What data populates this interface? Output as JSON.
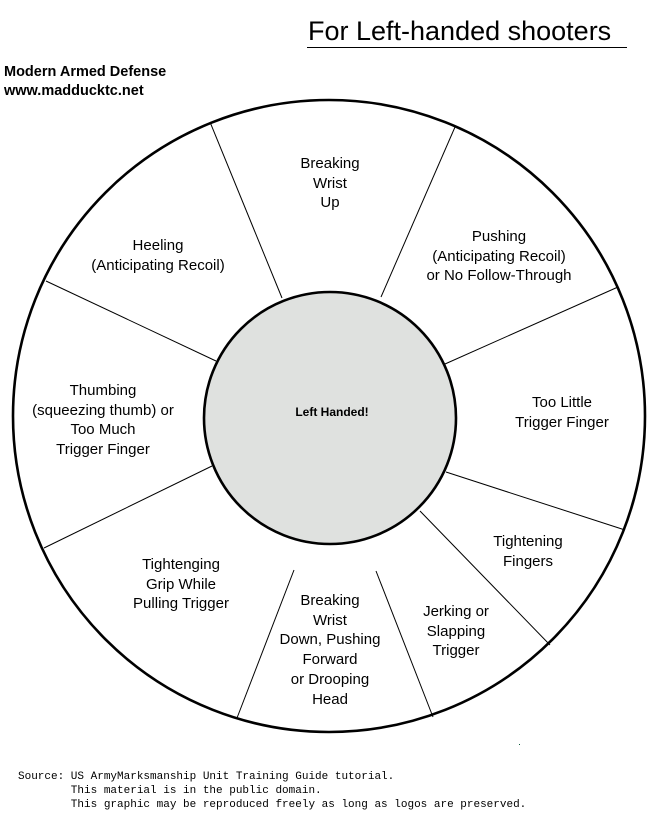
{
  "header": {
    "title": "For Left-handed shooters",
    "organization": "Modern Armed Defense",
    "website": "www.madducktc.net"
  },
  "wheel": {
    "center_label": "Left Handed!",
    "colors": {
      "center_fill": "#dfe1df",
      "outline": "#000000",
      "background": "#ffffff"
    },
    "segments": [
      {
        "id": "breaking-wrist-up",
        "lines": [
          "Breaking",
          "Wrist",
          "Up"
        ]
      },
      {
        "id": "pushing",
        "lines": [
          "Pushing",
          "(Anticipating Recoil)",
          "or No Follow-Through"
        ]
      },
      {
        "id": "too-little-trigger-finger",
        "lines": [
          "Too Little",
          "Trigger Finger"
        ]
      },
      {
        "id": "tightening-fingers",
        "lines": [
          "Tightening",
          "Fingers"
        ]
      },
      {
        "id": "jerking-or-slapping-trigger",
        "lines": [
          "Jerking or",
          "Slapping",
          "Trigger"
        ]
      },
      {
        "id": "breaking-wrist-down",
        "lines": [
          "Breaking",
          "Wrist",
          "Down, Pushing",
          "Forward",
          "or Drooping",
          "Head"
        ]
      },
      {
        "id": "tightening-grip",
        "lines": [
          "Tightenging",
          "Grip While",
          "Pulling Trigger"
        ]
      },
      {
        "id": "thumbing",
        "lines": [
          "Thumbing",
          "(squeezing thumb) or",
          "Too Much",
          "Trigger Finger"
        ]
      },
      {
        "id": "heeling",
        "lines": [
          "Heeling",
          "(Anticipating Recoil)"
        ]
      }
    ]
  },
  "footer": {
    "lines": [
      "Source: US ArmyMarksmanship Unit Training Guide tutorial.",
      "        This material is in the public domain.",
      "        This graphic may be reproduced freely as long as logos are preserved."
    ]
  }
}
